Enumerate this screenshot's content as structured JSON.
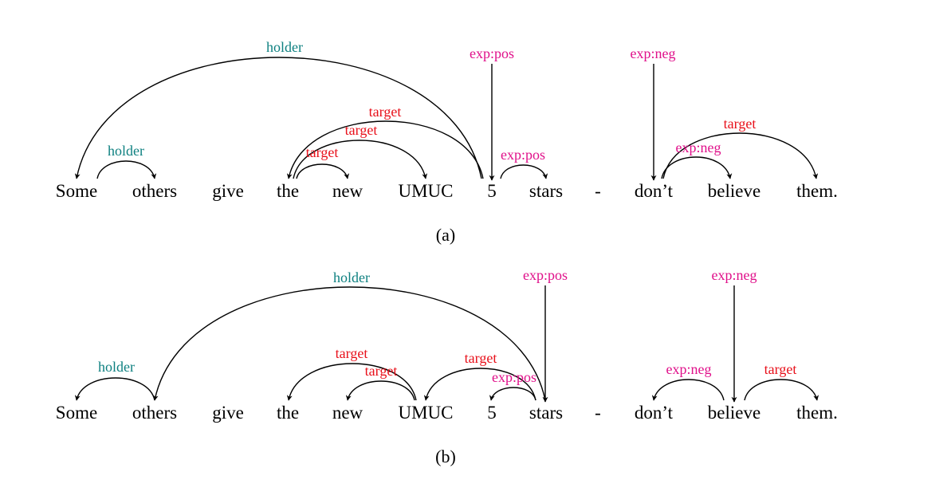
{
  "colors": {
    "holder": "#0e8080",
    "target": "#e8101a",
    "exp_pos": "#e0108a",
    "exp_neg": "#e0108a",
    "text": "#000000"
  },
  "panels": [
    {
      "id": "a",
      "caption": "(a)",
      "tokens": [
        "Some",
        "others",
        "give",
        "the",
        "new",
        "UMUC",
        "5",
        "stars",
        "-",
        "don’t",
        "believe",
        "them."
      ],
      "edges": [
        {
          "from": 6,
          "to": 0,
          "label": "holder",
          "type": "holder"
        },
        {
          "from": 0,
          "to": 1,
          "label": "holder",
          "type": "holder"
        },
        {
          "from": 3,
          "to": 4,
          "label": "target",
          "type": "target"
        },
        {
          "from": 3,
          "to": 5,
          "label": "target",
          "type": "target"
        },
        {
          "from": 6,
          "to": 3,
          "label": "target",
          "type": "target"
        },
        {
          "from": 6,
          "to": 7,
          "label": "exp:pos",
          "type": "exp_pos"
        },
        {
          "from": 9,
          "to": 10,
          "label": "exp:neg",
          "type": "exp_neg"
        },
        {
          "from": 9,
          "to": 11,
          "label": "target",
          "type": "target"
        }
      ],
      "roots": [
        {
          "to": 6,
          "label": "exp:pos",
          "type": "exp_pos"
        },
        {
          "to": 9,
          "label": "exp:neg",
          "type": "exp_neg"
        }
      ]
    },
    {
      "id": "b",
      "caption": "(b)",
      "tokens": [
        "Some",
        "others",
        "give",
        "the",
        "new",
        "UMUC",
        "5",
        "stars",
        "-",
        "don’t",
        "believe",
        "them."
      ],
      "edges": [
        {
          "from": 1,
          "to": 0,
          "label": "holder",
          "type": "holder"
        },
        {
          "from": 7,
          "to": 1,
          "label": "holder",
          "type": "holder"
        },
        {
          "from": 5,
          "to": 3,
          "label": "target",
          "type": "target"
        },
        {
          "from": 5,
          "to": 4,
          "label": "target",
          "type": "target"
        },
        {
          "from": 7,
          "to": 5,
          "label": "target",
          "type": "target"
        },
        {
          "from": 7,
          "to": 6,
          "label": "exp:pos",
          "type": "exp_pos"
        },
        {
          "from": 10,
          "to": 9,
          "label": "exp:neg",
          "type": "exp_neg"
        },
        {
          "from": 10,
          "to": 11,
          "label": "target",
          "type": "target"
        }
      ],
      "roots": [
        {
          "to": 7,
          "label": "exp:pos",
          "type": "exp_pos"
        },
        {
          "to": 10,
          "label": "exp:neg",
          "type": "exp_neg"
        }
      ]
    }
  ]
}
